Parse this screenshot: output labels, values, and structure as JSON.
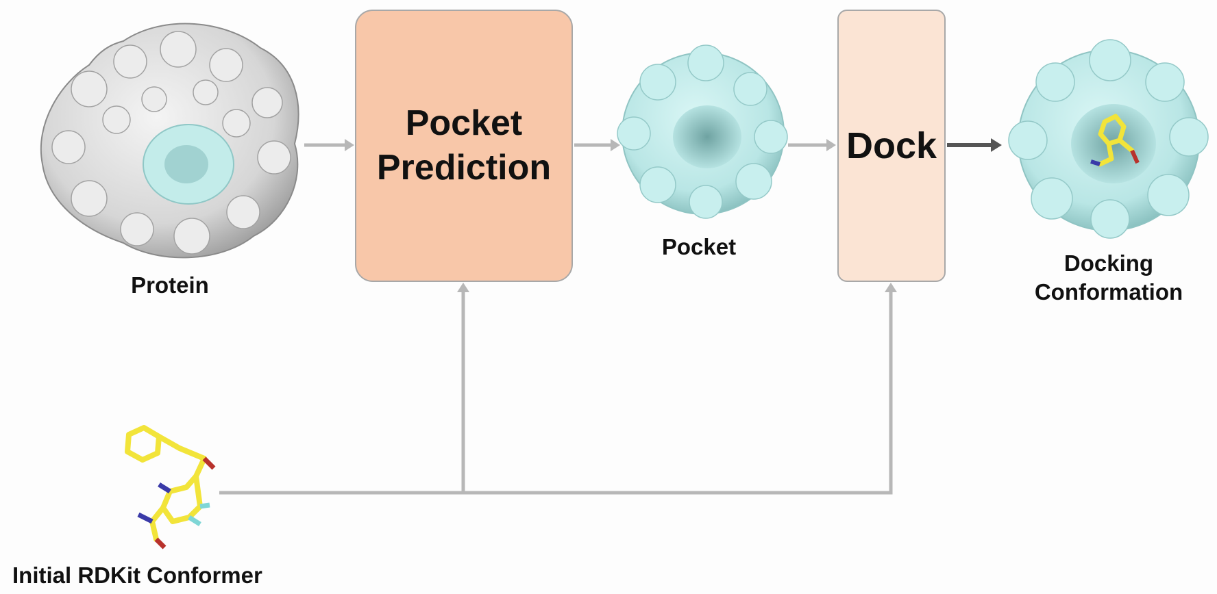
{
  "nodes": {
    "pocket_prediction": {
      "label": "Pocket\nPrediction"
    },
    "dock": {
      "label": "Dock"
    }
  },
  "labels": {
    "protein": "Protein",
    "pocket": "Pocket",
    "docking_conformation": "Docking\nConformation",
    "initial_conformer": "Initial RDKit Conformer"
  },
  "images": {
    "protein": "protein-surface-icon",
    "pocket": "pocket-surface-icon",
    "docking_conformation": "docked-ligand-surface-icon",
    "conformer": "ligand-stick-model-icon"
  },
  "colors": {
    "protein_surface": "#d8d8d8",
    "pocket_surface": "#bfeceb",
    "pocket_prediction_box": "#f8c7a9",
    "dock_box": "#fbe4d4",
    "ligand": "#f2e43a",
    "arrow_light": "#b7b7b7",
    "arrow_dark": "#555555"
  }
}
